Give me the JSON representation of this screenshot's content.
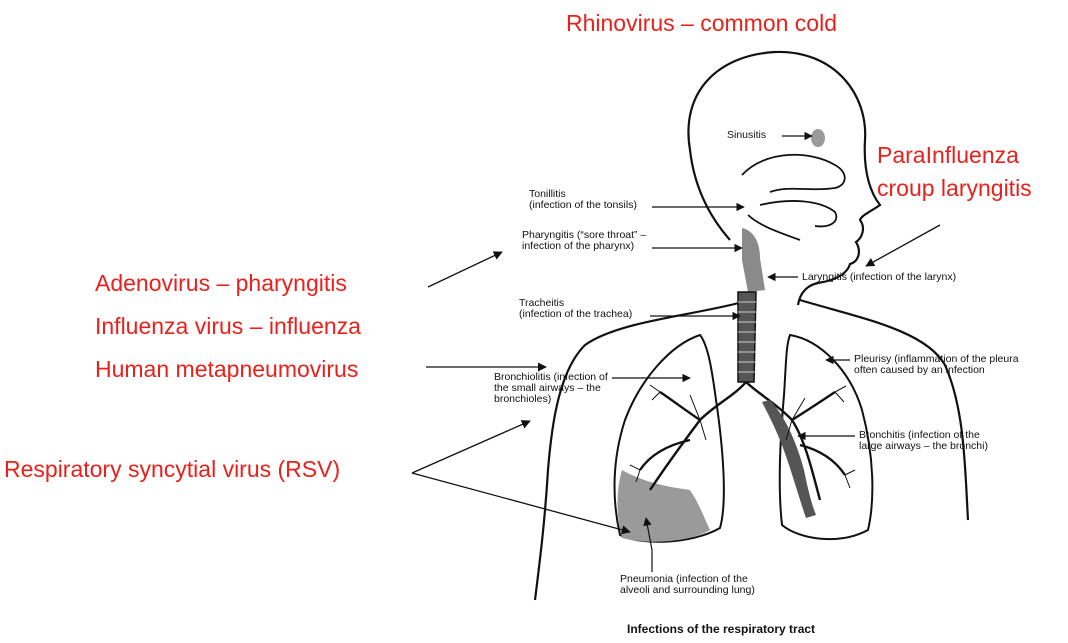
{
  "viruses": {
    "rhinovirus": "Rhinovirus – common cold",
    "parainfluenza_line1": "ParaInfluenza",
    "parainfluenza_line2": "croup laryngitis",
    "adenovirus": "Adenovirus – pharyngitis",
    "influenza": "Influenza virus – influenza",
    "hmpv": "Human metapneumovirus",
    "rsv": "Respiratory syncytial virus (RSV)"
  },
  "conditions": {
    "sinusitis": "Sinusitis",
    "tonsillitis_1": "Tonillitis",
    "tonsillitis_2": "(infection of the tonsils)",
    "pharyngitis_1": "Pharyngitis (“sore throat” –",
    "pharyngitis_2": "infection of the pharynx)",
    "laryngitis": "Laryngitis (infection of the larynx)",
    "tracheitis_1": "Tracheitis",
    "tracheitis_2": "(infection of the  trachea)",
    "pleurisy_1": "Pleurisy (inflammation of the pleura",
    "pleurisy_2": "often caused by an infection",
    "bronchiolitis_1": "Bronchiolitis (infection of",
    "bronchiolitis_2": "the small airways – the",
    "bronchiolitis_3": "bronchioles)",
    "bronchitis_1": "Bronchitis (infection of the",
    "bronchitis_2": "large airways – the bronchi)",
    "pneumonia_1": "Pneumonia (infection of the",
    "pneumonia_2": "alveoli and surrounding lung)"
  },
  "caption": "Infections of the respiratory tract",
  "colors": {
    "virus_text": "#e8211c",
    "line_art": "#111111",
    "shading": "#8a8a8a"
  }
}
